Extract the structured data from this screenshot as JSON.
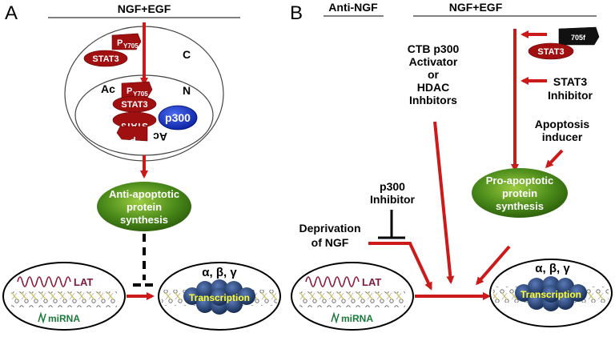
{
  "colors": {
    "arrow_red": "#cc1a1a",
    "stat3_red": "#a01010",
    "p300_blue": "#1030c0",
    "green_oval": "#4a8a1a",
    "dna_yellow": "#d8cc60",
    "polymerase_blue": "#1f3f7a"
  },
  "panel_a": {
    "letter": "A",
    "header": "NGF+EGF",
    "compartment_c": "C",
    "compartment_n": "N",
    "stat3": "STAT3",
    "py705": "P",
    "py705_sub": "Y705",
    "ac": "Ac",
    "p300": "p300",
    "oval_line1": "Anti-apoptotic",
    "oval_line2": "protein",
    "oval_line3": "synthesis",
    "lat": "LAT",
    "mirna": "miRNA",
    "greek": "α, β, γ",
    "transcription": "Transcription"
  },
  "panel_b": {
    "letter": "B",
    "header_left": "Anti-NGF",
    "header_right": "NGF+EGF",
    "activator_line1": "CTB p300",
    "activator_line2": "Activator",
    "activator_line3": "or",
    "activator_line4": "HDAC",
    "activator_line5": "Inhbitors",
    "stat3": "STAT3",
    "tag_705f": "705f",
    "stat3_inhibitor_line1": "STAT3",
    "stat3_inhibitor_line2": "Inhibitor",
    "apoptosis_line1": "Apoptosis",
    "apoptosis_line2": "inducer",
    "p300_inhibitor_line1": "p300",
    "p300_inhibitor_line2": "Inhibitor",
    "deprivation_line1": "Deprivation",
    "deprivation_line2": "of NGF",
    "oval_line1": "Pro-apoptotic",
    "oval_line2": "protein",
    "oval_line3": "synthesis",
    "lat": "LAT",
    "mirna": "miRNA",
    "greek": "α, β, γ",
    "transcription": "Transcription"
  }
}
